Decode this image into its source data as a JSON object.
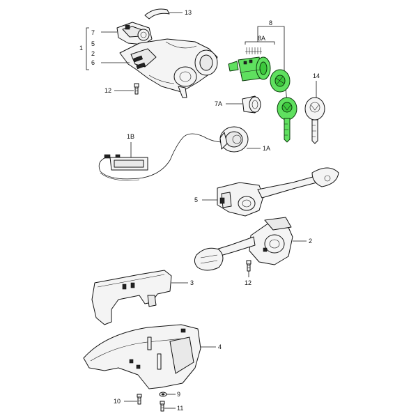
{
  "diagram": {
    "labels": {
      "p13": "13",
      "p7": "7",
      "p5a": "5",
      "p1": "1",
      "p2a": "2",
      "p6": "6",
      "p8": "8",
      "p8a": "8A",
      "p14": "14",
      "p12a": "12",
      "p7a": "7A",
      "p1b": "1B",
      "p1a": "1A",
      "p5b": "5",
      "p2b": "2",
      "p12b": "12",
      "p3": "3",
      "p4": "4",
      "p9": "9",
      "p10": "10",
      "p11": "11"
    },
    "colors": {
      "highlight": "#5fe05f",
      "outline": "#111111"
    }
  }
}
